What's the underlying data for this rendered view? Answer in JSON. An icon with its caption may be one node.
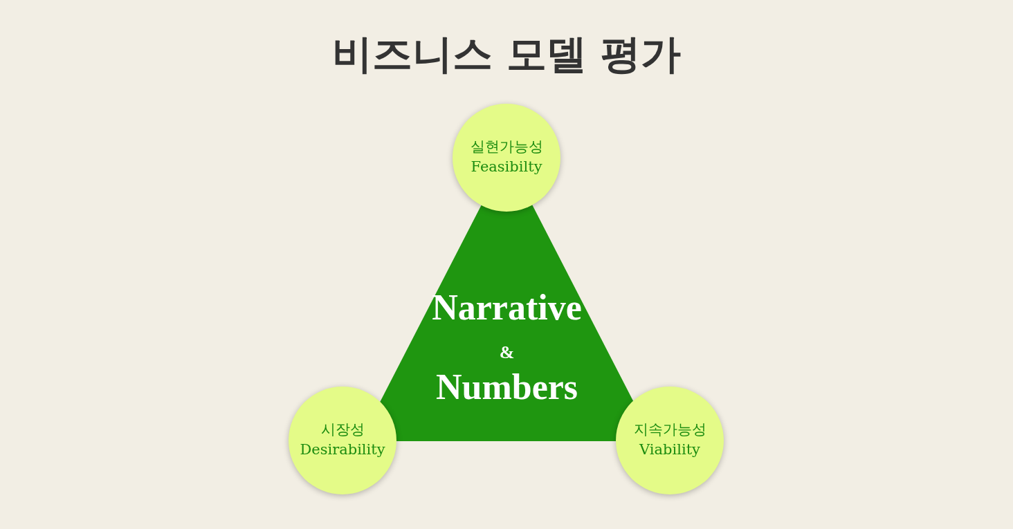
{
  "diagram": {
    "title": "비즈니스 모델 평가",
    "nodes": [
      {
        "text": [
          "실현가능성",
          "Feasibilty"
        ]
      },
      {
        "text": [
          "Narrative",
          "&",
          "Numbers"
        ]
      },
      {
        "text": [
          "시장성",
          "Desirability"
        ]
      },
      {
        "text": [
          "지속가능성",
          "Viability"
        ]
      }
    ]
  }
}
